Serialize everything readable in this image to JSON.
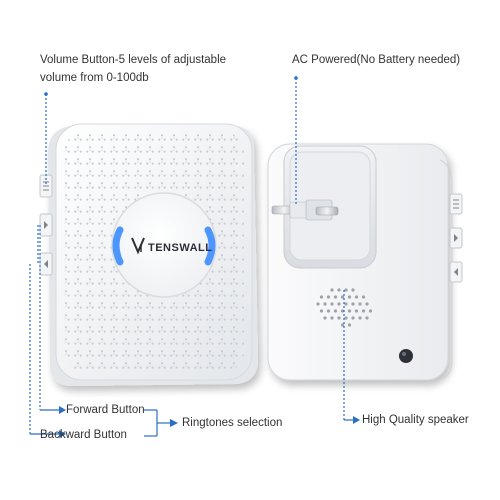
{
  "callouts": {
    "volume_line1": "Volume Button-5 levels of adjustable",
    "volume_line2": "volume from 0-100db",
    "ac_power": "AC Powered(No Battery needed)",
    "forward": "Forward Button",
    "backward": "Backward Button",
    "ringtones": "Ringtones selection",
    "speaker": "High Quality speaker"
  },
  "logo": {
    "brand_text": "TENSWALL"
  },
  "colors": {
    "dot_line": "#2a6fc4",
    "device_body": "#f4f5f7",
    "indicator_glow": "#3a8cff",
    "label_text": "#333333"
  }
}
